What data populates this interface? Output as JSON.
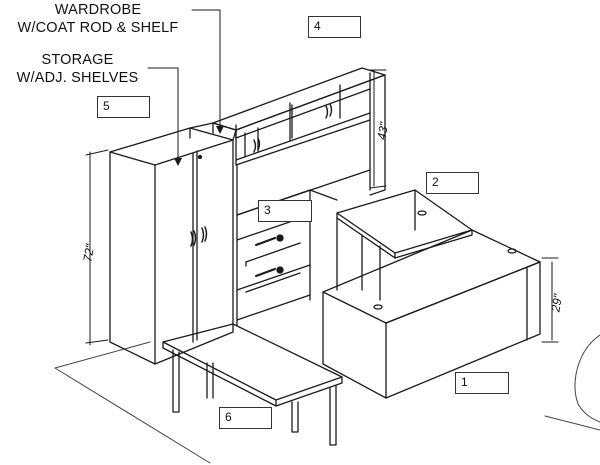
{
  "callouts": {
    "wardrobe_line1": "WARDROBE",
    "wardrobe_line2": "W/COAT ROD & SHELF",
    "storage_line1": "STORAGE",
    "storage_line2": "W/ADJ. SHELVES"
  },
  "boxes": {
    "b1": "1",
    "b2": "2",
    "b3": "3",
    "b4": "4",
    "b5": "5",
    "b6": "6"
  },
  "dimensions": {
    "height_72": "72\"",
    "height_43": "43\"",
    "height_29": "29\""
  },
  "colors": {
    "line": "#1a1a1a",
    "floor": "#444444"
  }
}
